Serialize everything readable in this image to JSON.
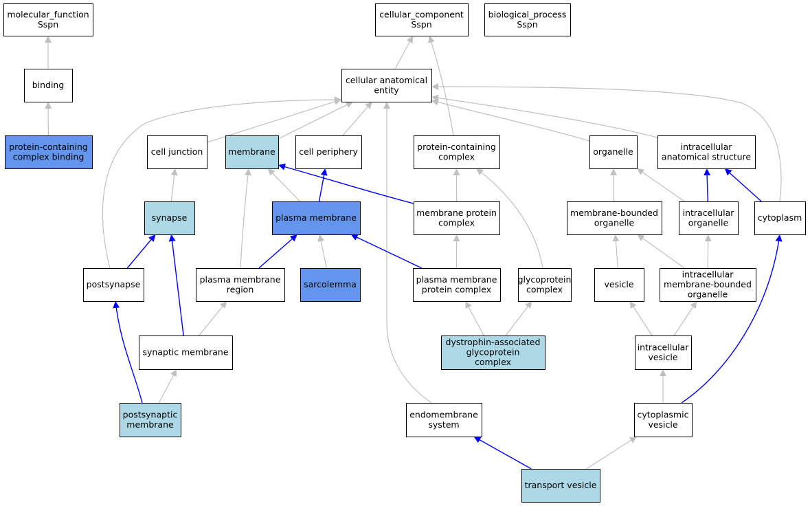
{
  "colors": {
    "white": "#ffffff",
    "light_blue": "#add8e6",
    "cornflower": "#6495ed",
    "edge_gray": "#c0c0c0",
    "edge_blue": "#0000ff",
    "border": "#000000"
  },
  "nodes": [
    {
      "id": "molecular_function",
      "lines": [
        "molecular_function",
        "Sspn"
      ],
      "fill": "white"
    },
    {
      "id": "binding",
      "lines": [
        "binding"
      ],
      "fill": "white"
    },
    {
      "id": "protein_containing_complex_binding",
      "lines": [
        "protein-containing",
        "complex binding"
      ],
      "fill": "cornflower"
    },
    {
      "id": "cellular_component",
      "lines": [
        "cellular_component",
        "Sspn"
      ],
      "fill": "white"
    },
    {
      "id": "biological_process",
      "lines": [
        "biological_process",
        "Sspn"
      ],
      "fill": "white"
    },
    {
      "id": "cellular_anatomical_entity",
      "lines": [
        "cellular anatomical",
        "entity"
      ],
      "fill": "white"
    },
    {
      "id": "cell_junction",
      "lines": [
        "cell junction"
      ],
      "fill": "white"
    },
    {
      "id": "membrane",
      "lines": [
        "membrane"
      ],
      "fill": "light_blue"
    },
    {
      "id": "cell_periphery",
      "lines": [
        "cell periphery"
      ],
      "fill": "white"
    },
    {
      "id": "protein_containing_complex",
      "lines": [
        "protein-containing",
        "complex"
      ],
      "fill": "white"
    },
    {
      "id": "organelle",
      "lines": [
        "organelle"
      ],
      "fill": "white"
    },
    {
      "id": "intracellular_anatomical_structure",
      "lines": [
        "intracellular",
        "anatomical structure"
      ],
      "fill": "white"
    },
    {
      "id": "synapse",
      "lines": [
        "synapse"
      ],
      "fill": "light_blue"
    },
    {
      "id": "plasma_membrane",
      "lines": [
        "plasma membrane"
      ],
      "fill": "cornflower"
    },
    {
      "id": "membrane_protein_complex",
      "lines": [
        "membrane protein",
        "complex"
      ],
      "fill": "white"
    },
    {
      "id": "membrane_bounded_organelle",
      "lines": [
        "membrane-bounded",
        "organelle"
      ],
      "fill": "white"
    },
    {
      "id": "intracellular_organelle",
      "lines": [
        "intracellular",
        "organelle"
      ],
      "fill": "white"
    },
    {
      "id": "cytoplasm",
      "lines": [
        "cytoplasm"
      ],
      "fill": "white"
    },
    {
      "id": "postsynapse",
      "lines": [
        "postsynapse"
      ],
      "fill": "white"
    },
    {
      "id": "plasma_membrane_region",
      "lines": [
        "plasma membrane",
        "region"
      ],
      "fill": "white"
    },
    {
      "id": "sarcolemma",
      "lines": [
        "sarcolemma"
      ],
      "fill": "cornflower"
    },
    {
      "id": "plasma_membrane_protein_complex",
      "lines": [
        "plasma membrane",
        "protein complex"
      ],
      "fill": "white"
    },
    {
      "id": "glycoprotein_complex",
      "lines": [
        "glycoprotein",
        "complex"
      ],
      "fill": "white"
    },
    {
      "id": "vesicle",
      "lines": [
        "vesicle"
      ],
      "fill": "white"
    },
    {
      "id": "intracellular_membrane_bounded_organelle",
      "lines": [
        "intracellular",
        "membrane-bounded",
        "organelle"
      ],
      "fill": "white"
    },
    {
      "id": "synaptic_membrane",
      "lines": [
        "synaptic membrane"
      ],
      "fill": "white"
    },
    {
      "id": "dystrophin_associated_glycoprotein_complex",
      "lines": [
        "dystrophin-associated",
        "glycoprotein",
        "complex"
      ],
      "fill": "light_blue"
    },
    {
      "id": "intracellular_vesicle",
      "lines": [
        "intracellular",
        "vesicle"
      ],
      "fill": "white"
    },
    {
      "id": "postsynaptic_membrane",
      "lines": [
        "postsynaptic",
        "membrane"
      ],
      "fill": "light_blue"
    },
    {
      "id": "endomembrane_system",
      "lines": [
        "endomembrane",
        "system"
      ],
      "fill": "white"
    },
    {
      "id": "cytoplasmic_vesicle",
      "lines": [
        "cytoplasmic",
        "vesicle"
      ],
      "fill": "white"
    },
    {
      "id": "transport_vesicle",
      "lines": [
        "transport vesicle"
      ],
      "fill": "light_blue"
    }
  ],
  "edges": [
    {
      "from": "binding",
      "to": "molecular_function",
      "color": "edge_gray"
    },
    {
      "from": "protein_containing_complex_binding",
      "to": "binding",
      "color": "edge_gray"
    },
    {
      "from": "cellular_anatomical_entity",
      "to": "cellular_component",
      "color": "edge_gray"
    },
    {
      "from": "protein_containing_complex",
      "to": "cellular_component",
      "color": "edge_gray"
    },
    {
      "from": "cell_junction",
      "to": "cellular_anatomical_entity",
      "color": "edge_gray"
    },
    {
      "from": "membrane",
      "to": "cellular_anatomical_entity",
      "color": "edge_gray"
    },
    {
      "from": "cell_periphery",
      "to": "cellular_anatomical_entity",
      "color": "edge_gray"
    },
    {
      "from": "organelle",
      "to": "cellular_anatomical_entity",
      "color": "edge_gray"
    },
    {
      "from": "intracellular_anatomical_structure",
      "to": "cellular_anatomical_entity",
      "color": "edge_gray"
    },
    {
      "from": "cytoplasm",
      "to": "cellular_anatomical_entity",
      "color": "edge_gray"
    },
    {
      "from": "postsynapse",
      "to": "cellular_anatomical_entity",
      "color": "edge_gray"
    },
    {
      "from": "endomembrane_system",
      "to": "cellular_anatomical_entity",
      "color": "edge_gray"
    },
    {
      "from": "synapse",
      "to": "cell_junction",
      "color": "edge_gray"
    },
    {
      "from": "plasma_membrane",
      "to": "membrane",
      "color": "edge_gray"
    },
    {
      "from": "plasma_membrane_region",
      "to": "membrane",
      "color": "edge_gray"
    },
    {
      "from": "membrane_protein_complex",
      "to": "membrane",
      "color": "edge_blue"
    },
    {
      "from": "plasma_membrane",
      "to": "cell_periphery",
      "color": "edge_blue"
    },
    {
      "from": "membrane_protein_complex",
      "to": "protein_containing_complex",
      "color": "edge_gray"
    },
    {
      "from": "glycoprotein_complex",
      "to": "protein_containing_complex",
      "color": "edge_gray"
    },
    {
      "from": "membrane_bounded_organelle",
      "to": "organelle",
      "color": "edge_gray"
    },
    {
      "from": "intracellular_organelle",
      "to": "organelle",
      "color": "edge_gray"
    },
    {
      "from": "intracellular_organelle",
      "to": "intracellular_anatomical_structure",
      "color": "edge_blue"
    },
    {
      "from": "cytoplasm",
      "to": "intracellular_anatomical_structure",
      "color": "edge_blue"
    },
    {
      "from": "postsynapse",
      "to": "synapse",
      "color": "edge_blue"
    },
    {
      "from": "synaptic_membrane",
      "to": "synapse",
      "color": "edge_blue"
    },
    {
      "from": "plasma_membrane_region",
      "to": "plasma_membrane",
      "color": "edge_blue"
    },
    {
      "from": "sarcolemma",
      "to": "plasma_membrane",
      "color": "edge_gray"
    },
    {
      "from": "plasma_membrane_protein_complex",
      "to": "plasma_membrane",
      "color": "edge_blue"
    },
    {
      "from": "plasma_membrane_protein_complex",
      "to": "membrane_protein_complex",
      "color": "edge_gray"
    },
    {
      "from": "vesicle",
      "to": "membrane_bounded_organelle",
      "color": "edge_gray"
    },
    {
      "from": "intracellular_membrane_bounded_organelle",
      "to": "membrane_bounded_organelle",
      "color": "edge_gray"
    },
    {
      "from": "intracellular_membrane_bounded_organelle",
      "to": "intracellular_organelle",
      "color": "edge_gray"
    },
    {
      "from": "postsynaptic_membrane",
      "to": "postsynapse",
      "color": "edge_blue"
    },
    {
      "from": "synaptic_membrane",
      "to": "plasma_membrane_region",
      "color": "edge_gray"
    },
    {
      "from": "dystrophin_associated_glycoprotein_complex",
      "to": "plasma_membrane_protein_complex",
      "color": "edge_gray"
    },
    {
      "from": "dystrophin_associated_glycoprotein_complex",
      "to": "glycoprotein_complex",
      "color": "edge_gray"
    },
    {
      "from": "intracellular_vesicle",
      "to": "vesicle",
      "color": "edge_gray"
    },
    {
      "from": "intracellular_vesicle",
      "to": "intracellular_membrane_bounded_organelle",
      "color": "edge_gray"
    },
    {
      "from": "postsynaptic_membrane",
      "to": "synaptic_membrane",
      "color": "edge_gray"
    },
    {
      "from": "cytoplasmic_vesicle",
      "to": "intracellular_vesicle",
      "color": "edge_gray"
    },
    {
      "from": "cytoplasmic_vesicle",
      "to": "cytoplasm",
      "color": "edge_blue"
    },
    {
      "from": "transport_vesicle",
      "to": "endomembrane_system",
      "color": "edge_blue"
    },
    {
      "from": "transport_vesicle",
      "to": "cytoplasmic_vesicle",
      "color": "edge_gray"
    }
  ]
}
